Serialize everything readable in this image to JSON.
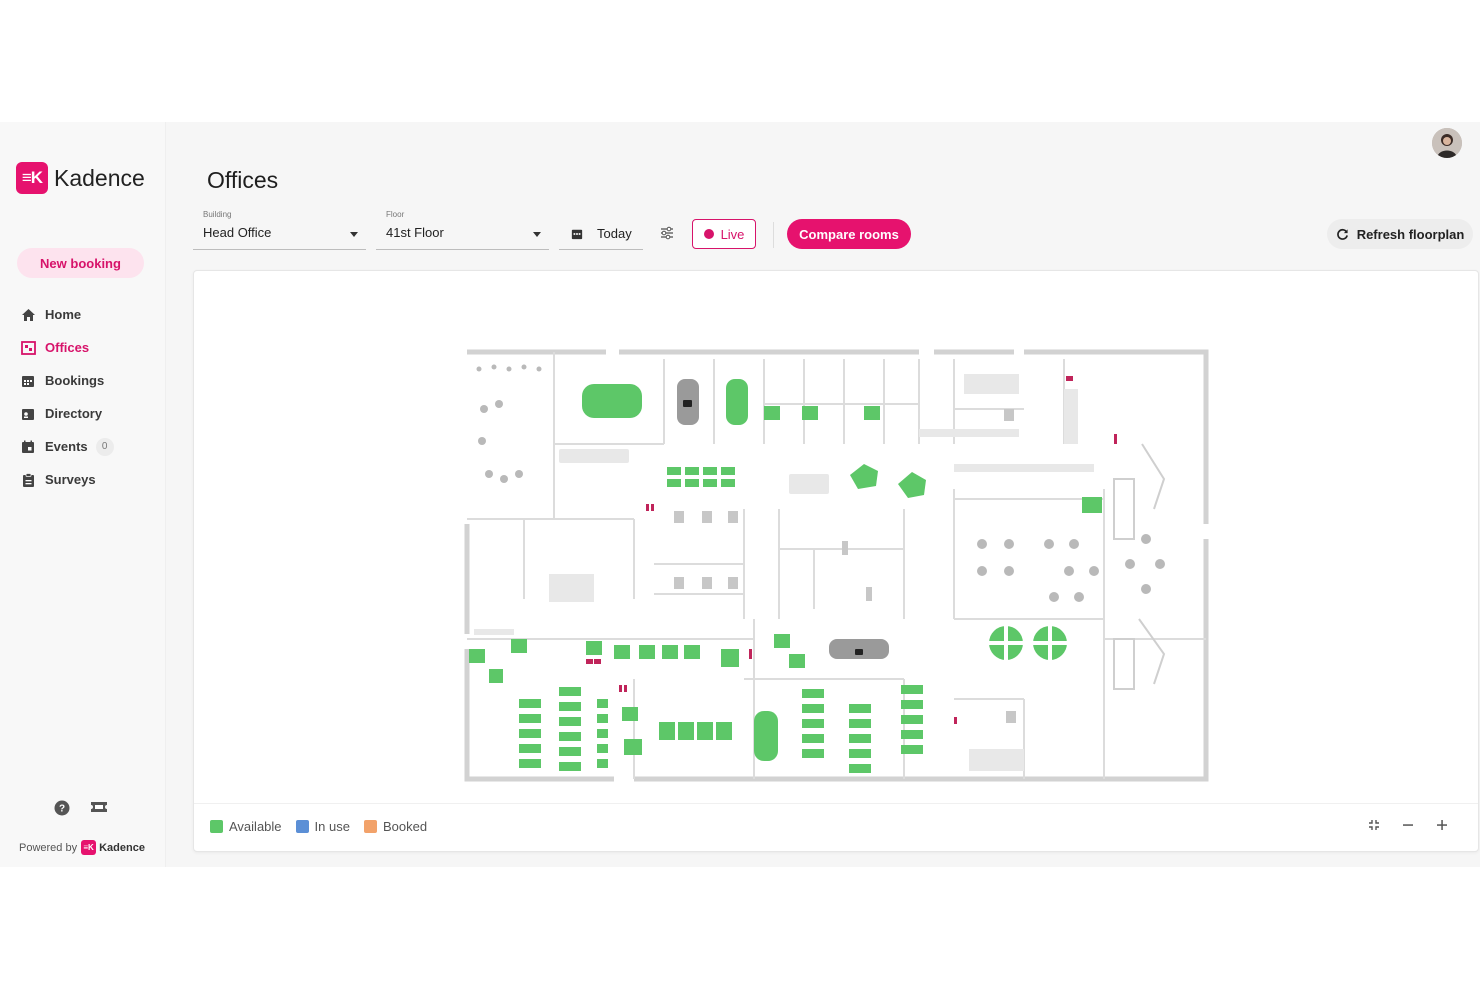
{
  "brand": {
    "logo_mark": "≡K",
    "name": "Kadence"
  },
  "sidebar": {
    "new_booking": "New booking",
    "items": [
      {
        "label": "Home",
        "icon": "home-icon"
      },
      {
        "label": "Offices",
        "icon": "floorplan-icon",
        "active": true
      },
      {
        "label": "Bookings",
        "icon": "calendar-icon"
      },
      {
        "label": "Directory",
        "icon": "contact-card-icon"
      },
      {
        "label": "Events",
        "icon": "event-calendar-icon",
        "badge": "0"
      },
      {
        "label": "Surveys",
        "icon": "clipboard-icon"
      }
    ],
    "powered_by": "Powered by",
    "powered_brand": "Kadence",
    "powered_mark": "≡K"
  },
  "page": {
    "title": "Offices"
  },
  "filters": {
    "building_label": "Building",
    "building_value": "Head Office",
    "floor_label": "Floor",
    "floor_value": "41st Floor",
    "date_value": "Today",
    "live_label": "Live",
    "compare_label": "Compare rooms",
    "refresh_label": "Refresh floorplan"
  },
  "legend": [
    {
      "label": "Available",
      "color": "#5dc768"
    },
    {
      "label": "In use",
      "color": "#5b8fd6"
    },
    {
      "label": "Booked",
      "color": "#f2a26a"
    }
  ],
  "colors": {
    "accent": "#e6126e",
    "available": "#5dc768",
    "wall": "#d4d4d4"
  }
}
